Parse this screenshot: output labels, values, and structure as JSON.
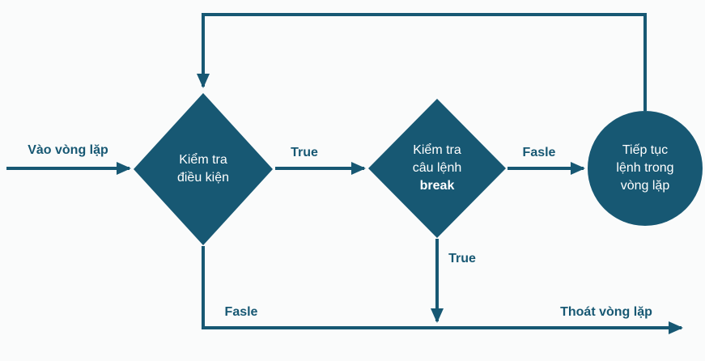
{
  "title": "Loop break flowchart",
  "colors": {
    "node_fill": "#175873",
    "line": "#175873",
    "label_text": "#175873",
    "node_text": "#ffffff",
    "background": "#fafbfb"
  },
  "nodes": {
    "check_condition": {
      "text": "Kiểm tra\nđiều kiện"
    },
    "check_break": {
      "text_top": "Kiểm tra\ncâu lệnh",
      "text_bold": "break"
    },
    "continue_loop": {
      "text": "Tiếp tục\nlệnh trong\nvòng lặp"
    }
  },
  "labels": {
    "enter_loop": "Vào vòng lặp",
    "true_to_break": "True",
    "false_to_continue": "Fasle",
    "true_to_exit": "True",
    "false_to_exit": "Fasle",
    "exit_loop": "Thoát vòng lặp"
  }
}
